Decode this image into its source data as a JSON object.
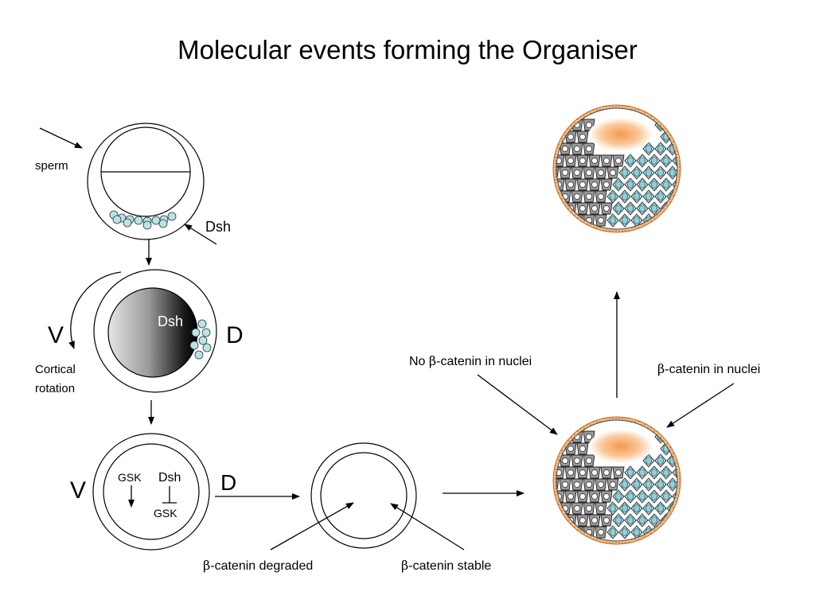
{
  "title": "Molecular events forming the Organiser",
  "stage1": {
    "sperm_label": "sperm",
    "dsh_label": "Dsh"
  },
  "stage2": {
    "dsh_label": "Dsh",
    "ventral": "V",
    "dorsal": "D",
    "rotation_line1": "Cortical",
    "rotation_line2": "rotation"
  },
  "stage3": {
    "ventral": "V",
    "dorsal": "D",
    "gsk_left": "GSK",
    "dsh": "Dsh",
    "gsk_right": "GSK"
  },
  "stage4": {
    "degraded_greek": "β",
    "degraded_rest": "-catenin degraded",
    "stable_greek": "β",
    "stable_rest": "-catenin stable"
  },
  "embryo": {
    "no_catenin_prefix": "No ",
    "no_catenin_greek": "β",
    "no_catenin_rest": "-catenin in nuclei",
    "catenin_greek": "β",
    "catenin_rest": "-catenin in nuclei"
  },
  "colors": {
    "dsh_granule": "#b8e4e8",
    "cell_blue": "#a6dde3",
    "cell_gray": "#9a9a9a",
    "embryo_rim": "#e8a060",
    "blastocoel": "#f6a056"
  }
}
